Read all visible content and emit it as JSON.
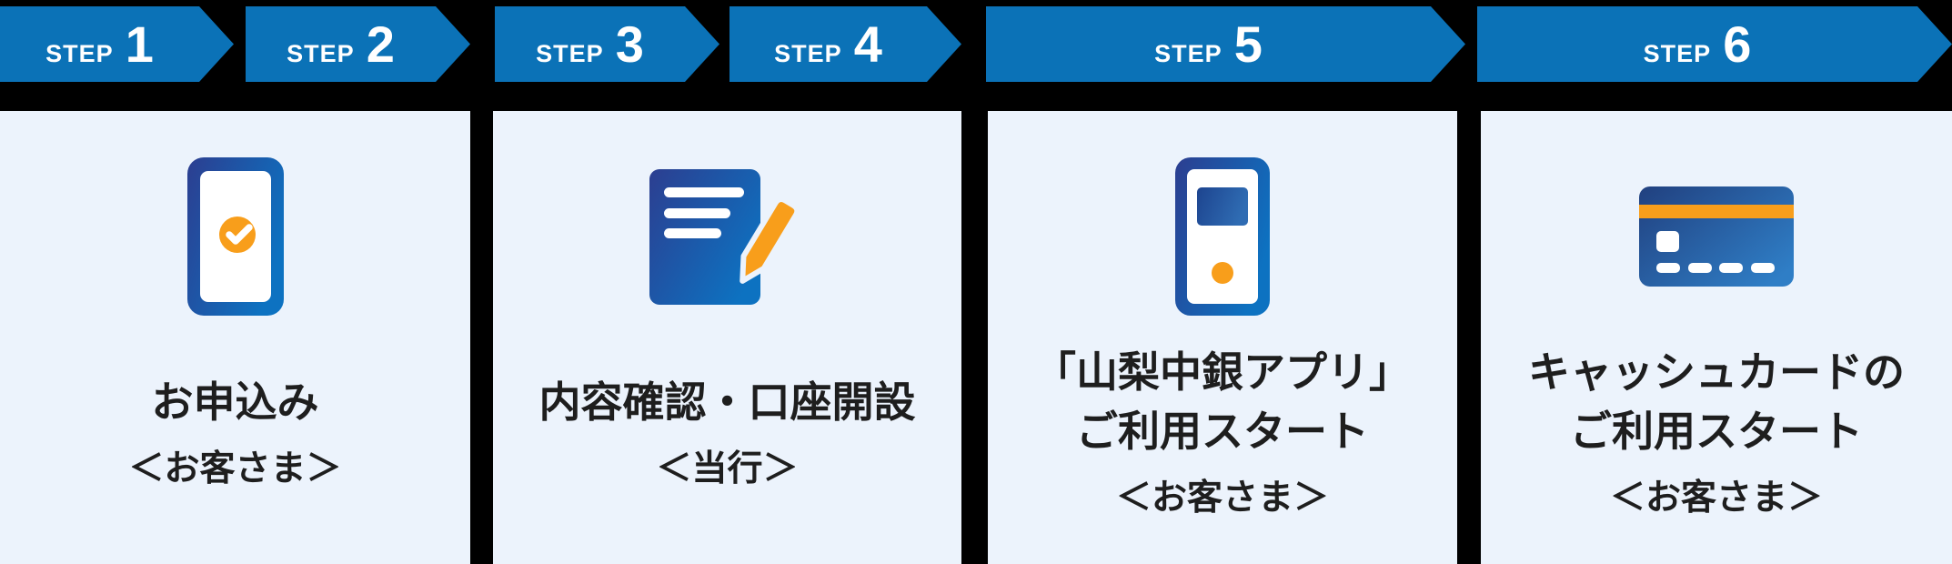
{
  "steps": [
    {
      "prefix": "STEP",
      "number": "1"
    },
    {
      "prefix": "STEP",
      "number": "2"
    },
    {
      "prefix": "STEP",
      "number": "3"
    },
    {
      "prefix": "STEP",
      "number": "4"
    },
    {
      "prefix": "STEP",
      "number": "5"
    },
    {
      "prefix": "STEP",
      "number": "6"
    }
  ],
  "panels": [
    {
      "icon": "phone-check-icon",
      "title_lines": [
        "お申込み"
      ],
      "actor": "＜お客さま＞"
    },
    {
      "icon": "document-pencil-icon",
      "title_lines": [
        "内容確認・口座開設"
      ],
      "actor": "＜当行＞"
    },
    {
      "icon": "app-device-icon",
      "title_lines": [
        "「山梨中銀アプリ」",
        "ご利用スタート"
      ],
      "actor": "＜お客さま＞"
    },
    {
      "icon": "cash-card-icon",
      "title_lines": [
        "キャッシュカードの",
        "ご利用スタート"
      ],
      "actor": "＜お客さま＞"
    }
  ],
  "colors": {
    "arrow_blue": "#0B72B7",
    "panel_background": "#ECF3FC",
    "page_background": "#000000",
    "icon_gradient_dark": "#2C3E90",
    "icon_gradient_light": "#0D72C1",
    "card_gradient_dark": "#21407F",
    "card_gradient_light": "#2F7EC6",
    "accent_orange": "#F89E1B",
    "text_dark": "#1E1E1E",
    "step_text": "#FFFFFF"
  }
}
